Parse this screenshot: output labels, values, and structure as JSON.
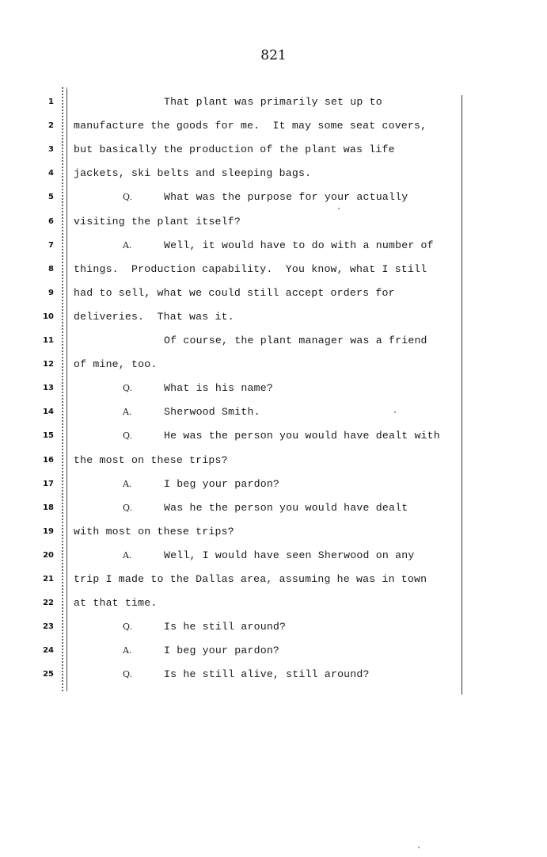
{
  "page_number": "821",
  "lines": [
    {
      "num": "1",
      "speaker": "",
      "text": "That plant was primarily set up to",
      "indent": true
    },
    {
      "num": "2",
      "speaker": "",
      "text": "manufacture the goods for me.  It may some seat covers,",
      "indent": false
    },
    {
      "num": "3",
      "speaker": "",
      "text": "but basically the production of the plant was life",
      "indent": false
    },
    {
      "num": "4",
      "speaker": "",
      "text": "jackets, ski belts and sleeping bags.",
      "indent": false
    },
    {
      "num": "5",
      "speaker": "Q.",
      "text": "What was the purpose for your actually",
      "indent": true
    },
    {
      "num": "6",
      "speaker": "",
      "text": "visiting the plant itself?",
      "indent": false
    },
    {
      "num": "7",
      "speaker": "A.",
      "text": "Well, it would have to do with a number of",
      "indent": true
    },
    {
      "num": "8",
      "speaker": "",
      "text": "things.  Production capability.  You know, what I still",
      "indent": false
    },
    {
      "num": "9",
      "speaker": "",
      "text": "had to sell, what we could still accept orders for",
      "indent": false
    },
    {
      "num": "10",
      "speaker": "",
      "text": "deliveries.  That was it.",
      "indent": false
    },
    {
      "num": "11",
      "speaker": "",
      "text": "Of course, the plant manager was a friend",
      "indent": true
    },
    {
      "num": "12",
      "speaker": "",
      "text": "of mine, too.",
      "indent": false
    },
    {
      "num": "13",
      "speaker": "Q.",
      "text": "What is his name?",
      "indent": true
    },
    {
      "num": "14",
      "speaker": "A.",
      "text": "Sherwood Smith.",
      "indent": true
    },
    {
      "num": "15",
      "speaker": "Q.",
      "text": "He was the person you would have dealt with",
      "indent": true
    },
    {
      "num": "16",
      "speaker": "",
      "text": "the most on these trips?",
      "indent": false
    },
    {
      "num": "17",
      "speaker": "A.",
      "text": "I beg your pardon?",
      "indent": true
    },
    {
      "num": "18",
      "speaker": "Q.",
      "text": "Was he the person you would have dealt",
      "indent": true
    },
    {
      "num": "19",
      "speaker": "",
      "text": "with most on these trips?",
      "indent": false
    },
    {
      "num": "20",
      "speaker": "A.",
      "text": "Well, I would have seen Sherwood on any",
      "indent": true
    },
    {
      "num": "21",
      "speaker": "",
      "text": "trip I made to the Dallas area, assuming he was in town",
      "indent": false
    },
    {
      "num": "22",
      "speaker": "",
      "text": "at that time.",
      "indent": false
    },
    {
      "num": "23",
      "speaker": "Q.",
      "text": "Is he still around?",
      "indent": true
    },
    {
      "num": "24",
      "speaker": "A.",
      "text": "I beg your pardon?",
      "indent": true
    },
    {
      "num": "25",
      "speaker": "Q.",
      "text": "Is he still alive, still around?",
      "indent": true
    }
  ]
}
